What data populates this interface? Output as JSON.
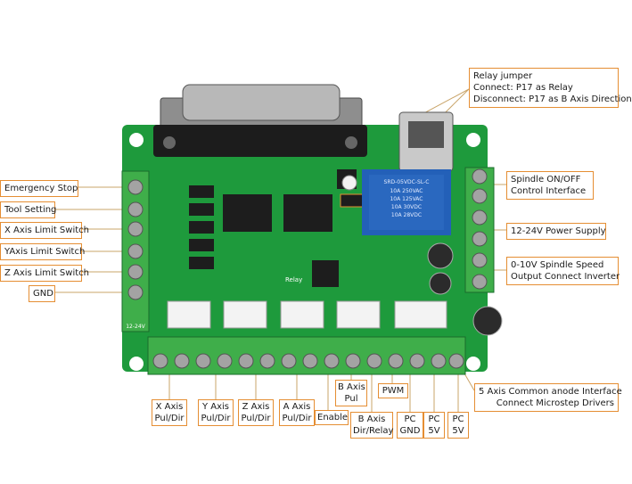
{
  "labels": {
    "relay_jumper": [
      "Relay jumper",
      "Connect: P17 as Relay",
      "Disconnect: P17 as B Axis Direction"
    ],
    "emergency_stop": "Emergency Stop",
    "tool_setting": "Tool Setting",
    "x_axis_limit": "X Axis Limit Switch",
    "y_axis_limit": "YAxis Limit Switch",
    "z_axis_limit": "Z Axis Limit Switch",
    "gnd": "GND",
    "spindle_onoff": [
      "Spindle ON/OFF",
      "Control Interface"
    ],
    "power_supply": "12-24V Power Supply",
    "spindle_speed": [
      "0-10V Spindle Speed",
      "Output Connect Inverter"
    ],
    "common_anode": [
      "5 Axis Common anode Interface",
      "Connect Microstep Drivers"
    ],
    "x_axis": [
      "X Axis",
      "Pul/Dir"
    ],
    "y_axis": [
      "Y Axis",
      "Pul/Dir"
    ],
    "z_axis": [
      "Z Axis",
      "Pul/Dir"
    ],
    "a_axis": [
      "A Axis",
      "Pul/Dir"
    ],
    "enable": "Enable",
    "b_axis_pul": [
      "B Axis",
      "Pul"
    ],
    "b_axis_dir": [
      "B Axis",
      "Dir/Relay"
    ],
    "pwm": "PWM",
    "pc_gnd": [
      "PC",
      "GND"
    ],
    "pc_5v_a": [
      "PC",
      "5V"
    ],
    "pc_5v_b": [
      "PC",
      "5V"
    ]
  },
  "board_text": {
    "relay_body": [
      "SRD-05VDC-SL-C",
      "10A 250VAC",
      "10A 125VAC",
      "10A 30VDC",
      "10A 28VDC"
    ],
    "voltage_mark": "12-24V",
    "relay_mark": "Relay"
  },
  "colors": {
    "board": "#1e9a3c",
    "terminal": "#3fae4a",
    "relay": "#2360b8",
    "callout_border": "#e58e33",
    "chip": "#1d1d1d"
  }
}
